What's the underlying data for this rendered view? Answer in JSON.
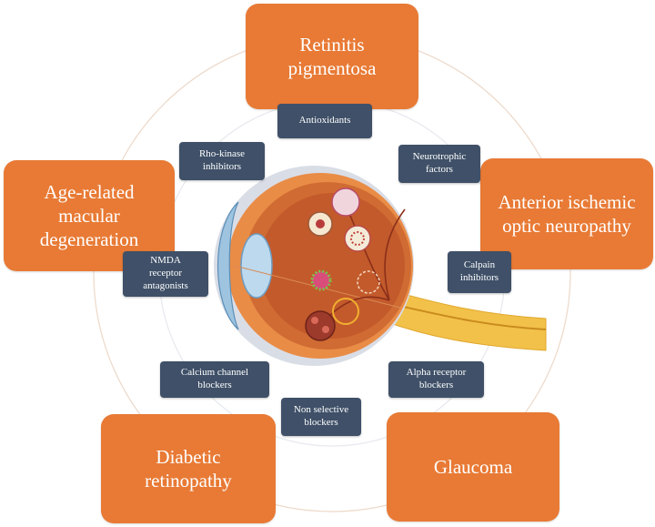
{
  "diseases": {
    "retinitis_pigmentosa": "Retinitis\npigmentosa",
    "amd": "Age-related\nmacular\ndegeneration",
    "aion": "Anterior ischemic\noptic neuropathy",
    "diabetic_retinopathy": "Diabetic\nretinopathy",
    "glaucoma": "Glaucoma"
  },
  "drugs": {
    "antioxidants": "Antioxidants",
    "rho_kinase": "Rho-kinase\ninhibitors",
    "neurotrophic": "Neurotrophic\nfactors",
    "nmda": "NMDA\nreceptor\nantagonists",
    "calpain": "Calpain\ninhibitors",
    "calcium": "Calcium channel\nblockers",
    "alpha": "Alpha receptor\nblockers",
    "non_selective": "Non selective\nblockers"
  },
  "colors": {
    "disease_box": "#e87a35",
    "drug_box": "#3f5068",
    "ring": "#e8d2c0",
    "eye_outer": "#e98c46",
    "eye_inner": "#c0562a",
    "optic_nerve": "#f2c14a"
  }
}
